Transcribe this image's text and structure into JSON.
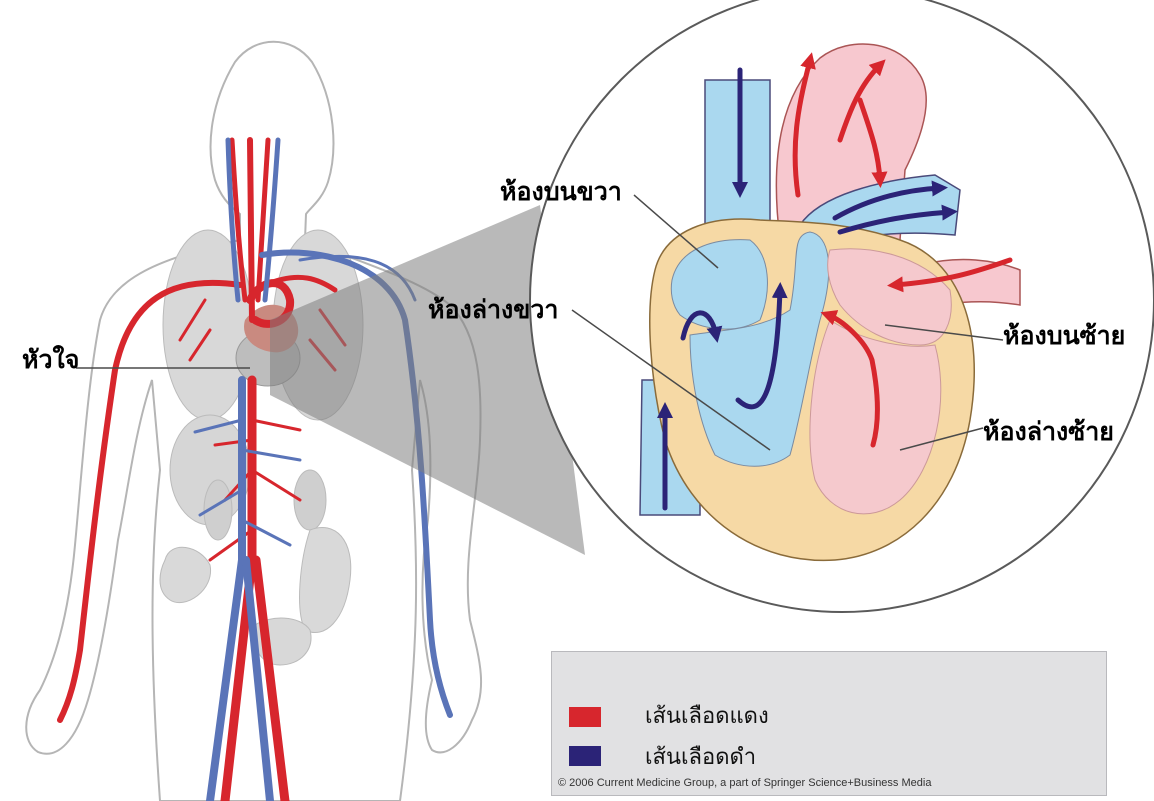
{
  "labels": {
    "right_atrium": "ห้องบนขวา",
    "right_ventricle": "ห้องล่างขวา",
    "left_atrium": "ห้องบนซ้าย",
    "left_ventricle": "ห้องล่างซ้าย",
    "heart": "หัวใจ"
  },
  "legend": {
    "items": [
      {
        "label": "เส้นเลือดแดง",
        "color": "#d7262d"
      },
      {
        "label": "เส้นเลือดดำ",
        "color": "#2b2377"
      }
    ],
    "credit": "© 2006 Current Medicine Group, a part of Springer Science+Business Media"
  },
  "colors": {
    "artery": "#d7262d",
    "vein": "#5a74b8",
    "arrow_vein": "#2b2377",
    "body_fill": "#ffffff",
    "organ_gray": "#d8d8d8",
    "heart_tan": "#f6d9a5",
    "chamber_blue": "#aad8ef",
    "chamber_pink": "#f5c9cd",
    "legend_bg": "#e1e1e3"
  }
}
